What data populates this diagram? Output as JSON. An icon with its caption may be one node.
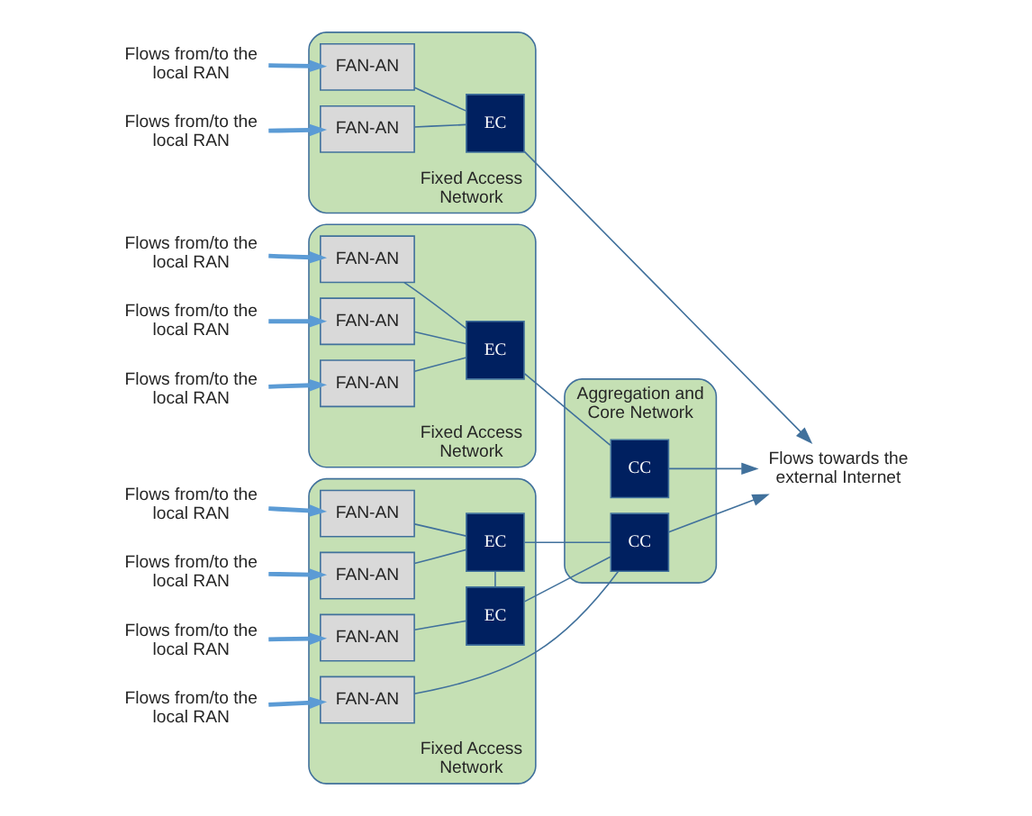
{
  "diagram": {
    "nodes": [
      {
        "text": [
          "Fixed Access Network"
        ]
      },
      {
        "text": [
          "FAN-AN"
        ],
        "in": 0
      },
      {
        "text": [
          "FAN-AN"
        ],
        "in": 0
      },
      {
        "text": [
          "FAN-AN"
        ],
        "in": 0
      },
      {
        "text": [
          "FAN-AN"
        ],
        "in": 0
      },
      {
        "text": [
          "EC"
        ],
        "in": 0
      },
      {
        "text": [
          "EC"
        ],
        "in": 0
      },
      {
        "text": [
          "Flows from/to the local RAN"
        ]
      },
      {
        "text": [
          "Flows from/to the local RAN"
        ]
      },
      {
        "text": [
          "Flows from/to the local RAN"
        ]
      },
      {
        "text": [
          "Flows from/to the local RAN"
        ]
      },
      {
        "text": [
          "Aggregation and Core Network"
        ]
      },
      {
        "text": [
          "CC"
        ],
        "in": 11
      },
      {
        "text": [
          "CC"
        ],
        "in": 11
      },
      {
        "text": [
          "Flows towards the external Internet"
        ]
      },
      {
        "text": [
          "Fixed Access Network"
        ]
      },
      {
        "text": [
          "FAN-AN"
        ],
        "in": 15
      },
      {
        "text": [
          "FAN-AN"
        ],
        "in": 15
      },
      {
        "text": [
          "EC"
        ],
        "in": 15
      },
      {
        "text": [
          "Flows from/to the local RAN"
        ]
      },
      {
        "text": [
          "Flows from/to the local RAN"
        ]
      },
      {
        "text": [
          "Fixed Access Network"
        ]
      },
      {
        "text": [
          "FAN-AN"
        ],
        "in": 21
      },
      {
        "text": [
          "FAN-AN"
        ],
        "in": 21
      },
      {
        "text": [
          "FAN-AN"
        ],
        "in": 21
      },
      {
        "text": [
          "EC"
        ],
        "in": 21
      },
      {
        "text": [
          "Flows from/to the local RAN"
        ]
      },
      {
        "text": [
          "Flows from/to the local RAN"
        ]
      },
      {
        "text": [
          "Flows from/to the local RAN"
        ]
      }
    ],
    "edges": [
      {
        "from": 7,
        "to": 1,
        "arrow": "to",
        "style": "thick"
      },
      {
        "from": 8,
        "to": 2,
        "arrow": "to",
        "style": "thick"
      },
      {
        "from": 9,
        "to": 3,
        "arrow": "to",
        "style": "thick"
      },
      {
        "from": 10,
        "to": 4,
        "arrow": "to",
        "style": "thick"
      },
      {
        "from": 1,
        "to": 5,
        "arrow": "none"
      },
      {
        "from": 2,
        "to": 5,
        "arrow": "none"
      },
      {
        "from": 3,
        "to": 6,
        "arrow": "none"
      },
      {
        "from": 5,
        "to": 6,
        "arrow": "none"
      },
      {
        "from": 5,
        "to": 12,
        "arrow": "none"
      },
      {
        "from": 6,
        "to": 12,
        "arrow": "none"
      },
      {
        "from": 4,
        "to": 12,
        "arrow": "none"
      },
      {
        "from": 12,
        "to": 14,
        "arrow": "to"
      },
      {
        "from": 13,
        "to": 14,
        "arrow": "to"
      },
      {
        "from": 18,
        "to": 14,
        "arrow": "to"
      },
      {
        "from": 19,
        "to": 16,
        "arrow": "to",
        "style": "thick"
      },
      {
        "from": 20,
        "to": 17,
        "arrow": "to",
        "style": "thick"
      },
      {
        "from": 16,
        "to": 18,
        "arrow": "none"
      },
      {
        "from": 17,
        "to": 18,
        "arrow": "none"
      },
      {
        "from": 26,
        "to": 22,
        "arrow": "to",
        "style": "thick"
      },
      {
        "from": 27,
        "to": 23,
        "arrow": "to",
        "style": "thick"
      },
      {
        "from": 28,
        "to": 24,
        "arrow": "to",
        "style": "thick"
      },
      {
        "from": 22,
        "to": 25,
        "arrow": "none"
      },
      {
        "from": 23,
        "to": 25,
        "arrow": "none"
      },
      {
        "from": 24,
        "to": 25,
        "arrow": "none"
      },
      {
        "from": 25,
        "to": 13,
        "arrow": "none"
      }
    ]
  }
}
